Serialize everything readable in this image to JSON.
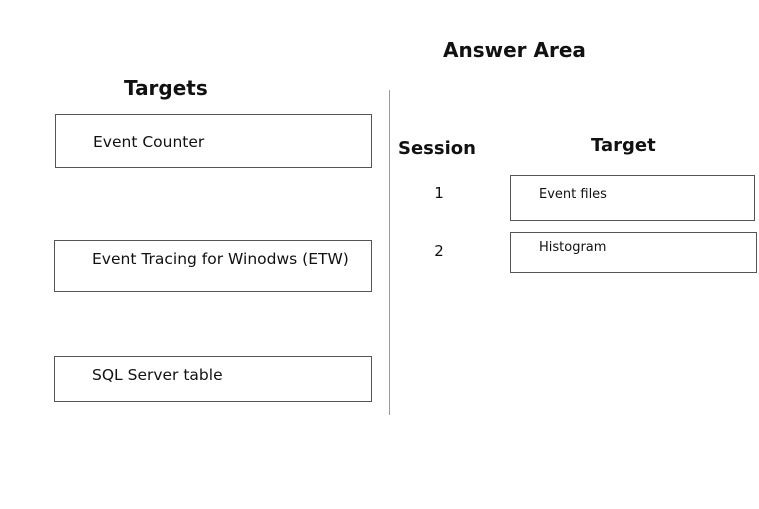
{
  "answer_area": {
    "title": "Answer Area",
    "session_header": "Session",
    "target_header": "Target",
    "rows": [
      {
        "session": "1",
        "target": "Event files"
      },
      {
        "session": "2",
        "target": "Histogram"
      }
    ]
  },
  "targets": {
    "title": "Targets",
    "items": [
      "Event Counter",
      "Event Tracing for Winodws (ETW)",
      "SQL Server table"
    ]
  }
}
